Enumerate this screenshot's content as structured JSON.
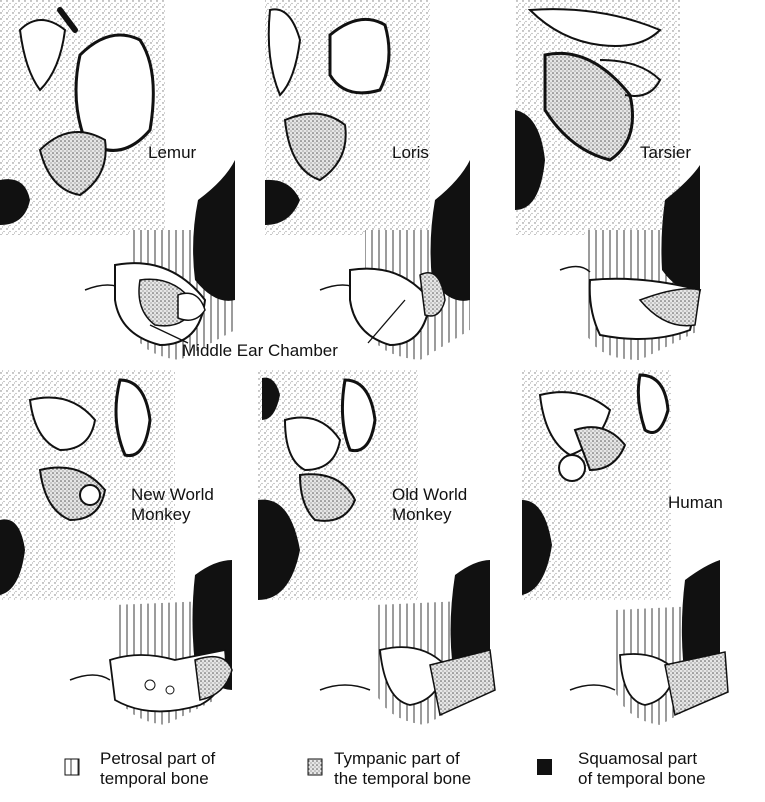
{
  "labels": {
    "lemur": "Lemur",
    "loris": "Loris",
    "tarsier": "Tarsier",
    "middle_ear": "Middle Ear Chamber",
    "new_world": "New World\nMonkey",
    "old_world": "Old World\nMonkey",
    "human": "Human"
  },
  "legend": {
    "petrosal": "Petrosal part of\ntemporal bone",
    "tympanic": "Tympanic part of\nthe temporal bone",
    "squamosal": "Squamosal part\nof temporal bone"
  },
  "colors": {
    "ink": "#111111",
    "stipple": "#bdbdbd",
    "paper": "#ffffff"
  }
}
